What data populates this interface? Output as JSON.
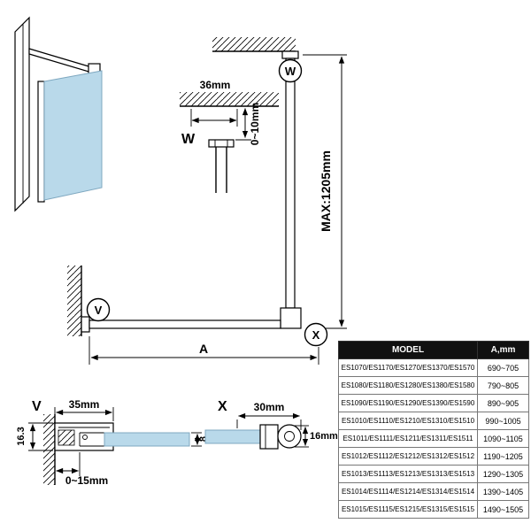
{
  "drawing": {
    "labels": {
      "w": "W",
      "v": "V",
      "x": "X"
    },
    "dims": {
      "ceiling_offset": "36mm",
      "ceiling_gap": "0~10mm",
      "max_height": "MAX:1205mm",
      "width_a": "A",
      "profile_width": "35mm",
      "profile_depth": "16.3",
      "glass_adjust": "0~15mm",
      "glass_thickness": "8",
      "connector_length": "30mm",
      "connector_diameter": "16mm"
    }
  },
  "table": {
    "header": {
      "model": "MODEL",
      "a": "A,mm"
    },
    "rows": [
      {
        "model": "ES1070/ES1170/ES1270/ES1370/ES1570",
        "a": "690~705"
      },
      {
        "model": "ES1080/ES1180/ES1280/ES1380/ES1580",
        "a": "790~805"
      },
      {
        "model": "ES1090/ES1190/ES1290/ES1390/ES1590",
        "a": "890~905"
      },
      {
        "model": "ES1010/ES1110/ES1210/ES1310/ES1510",
        "a": "990~1005"
      },
      {
        "model": "ES1011/ES1111/ES1211/ES1311/ES1511",
        "a": "1090~1105"
      },
      {
        "model": "ES1012/ES1112/ES1212/ES1312/ES1512",
        "a": "1190~1205"
      },
      {
        "model": "ES1013/ES1113/ES1213/ES1313/ES1513",
        "a": "1290~1305"
      },
      {
        "model": "ES1014/ES1114/ES1214/ES1314/ES1514",
        "a": "1390~1405"
      },
      {
        "model": "ES1015/ES1115/ES1215/ES1315/ES1515",
        "a": "1490~1505"
      }
    ]
  },
  "colors": {
    "glass": "#b9d9ea",
    "line": "#000000",
    "table_header_bg": "#111111",
    "table_header_text": "#ffffff"
  }
}
